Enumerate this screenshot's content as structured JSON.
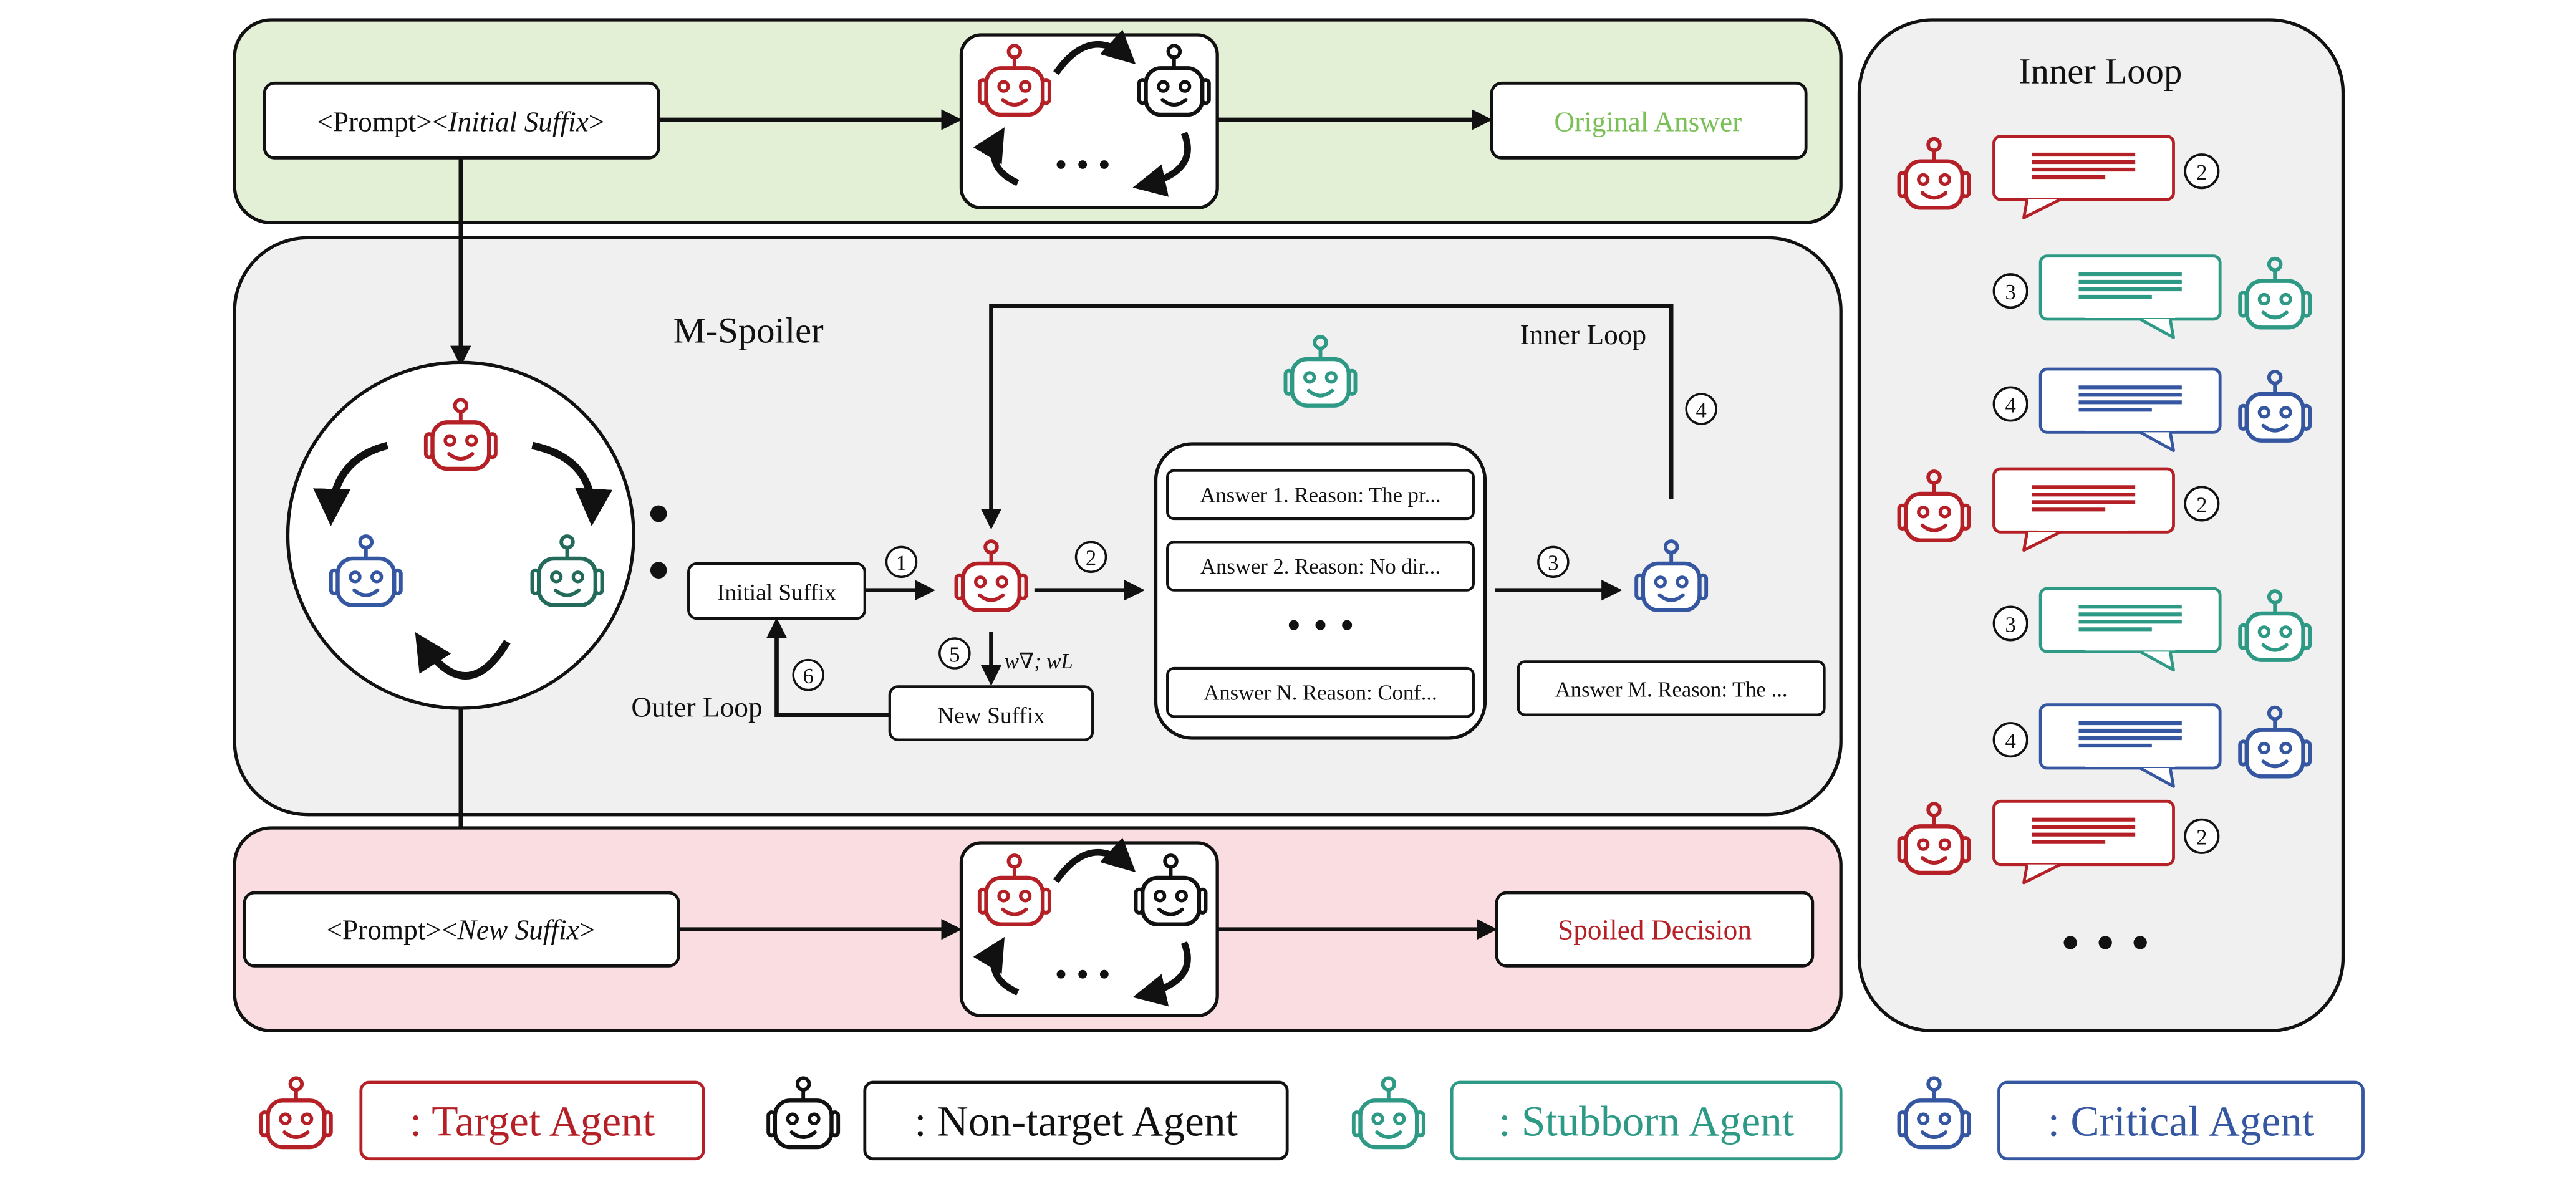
{
  "top_panel": {
    "prompt_box": {
      "prefix": "<Prompt><",
      "italic": "Initial Suffix",
      "suffix": ">"
    },
    "answer_box": "Original Answer"
  },
  "middle_panel": {
    "title": "M-Spoiler",
    "inner_loop_label": "Inner Loop",
    "outer_loop_label": "Outer Loop",
    "initial_suffix": "Initial Suffix",
    "new_suffix": "New Suffix",
    "weights_label": "w∇; wL",
    "answers": [
      "Answer 1. Reason: The pr...",
      "Answer 2. Reason: No dir...",
      "Answer N. Reason:  Conf..."
    ],
    "answer_m": "Answer M. Reason: The ...",
    "steps": [
      "1",
      "2",
      "3",
      "4",
      "5",
      "6"
    ]
  },
  "bottom_panel": {
    "prompt_box": {
      "prefix": "<Prompt><",
      "italic": "New Suffix",
      "suffix": ">"
    },
    "decision_box": "Spoiled Decision"
  },
  "side_panel": {
    "title": "Inner Loop",
    "rows": [
      {
        "step": "2",
        "agent": "target"
      },
      {
        "step": "3",
        "agent": "stubborn"
      },
      {
        "step": "4",
        "agent": "critical"
      },
      {
        "step": "2",
        "agent": "target"
      },
      {
        "step": "3",
        "agent": "stubborn"
      },
      {
        "step": "4",
        "agent": "critical"
      },
      {
        "step": "2",
        "agent": "target"
      }
    ]
  },
  "legend": [
    {
      "label": ": Target Agent",
      "agent": "target"
    },
    {
      "label": ": Non-target Agent",
      "agent": "nontarget"
    },
    {
      "label": ": Stubborn Agent",
      "agent": "stubborn"
    },
    {
      "label": ": Critical Agent",
      "agent": "critical"
    }
  ],
  "colors": {
    "target": "#b52027",
    "nontarget": "#111111",
    "stubborn": "#2e9a86",
    "critical": "#3556a0",
    "top_bg": "#e3f0d5",
    "mid_bg": "#f0f0f0",
    "bottom_bg": "#f9dde1",
    "original_answer": "#7bbf57",
    "spoiled_decision": "#b52027"
  }
}
